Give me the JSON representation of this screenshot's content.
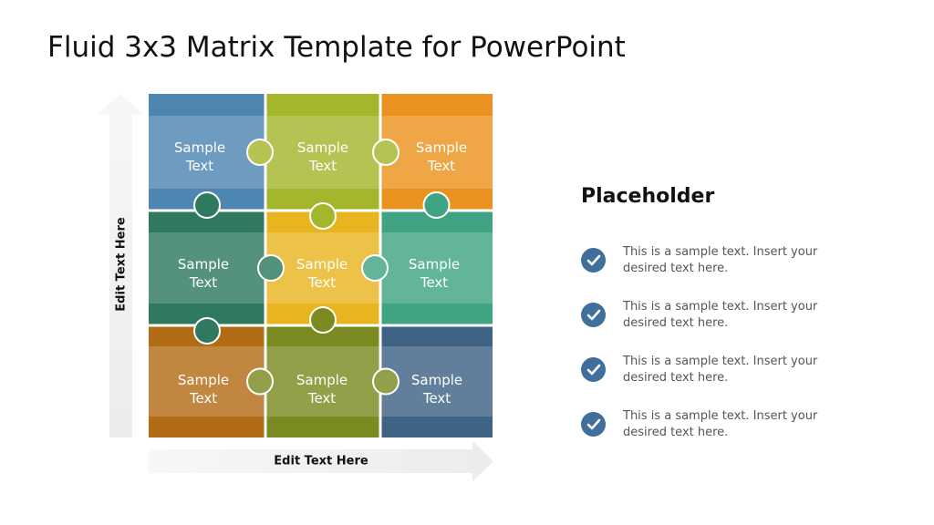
{
  "slide": {
    "title": "Fluid 3x3 Matrix Template for PowerPoint"
  },
  "matrix": {
    "y_axis_label": "Edit Text Here",
    "x_axis_label": "Edit Text Here",
    "cells": [
      {
        "line1": "Sample",
        "line2": "Text",
        "color": "#4e86b2"
      },
      {
        "line1": "Sample",
        "line2": "Text",
        "color": "#a4b62c"
      },
      {
        "line1": "Sample",
        "line2": "Text",
        "color": "#ea921f"
      },
      {
        "line1": "Sample",
        "line2": "Text",
        "color": "#2f7a5e"
      },
      {
        "line1": "Sample",
        "line2": "Text",
        "color": "#e8b420"
      },
      {
        "line1": "Sample",
        "line2": "Text",
        "color": "#3fa384"
      },
      {
        "line1": "Sample",
        "line2": "Text",
        "color": "#b36c16"
      },
      {
        "line1": "Sample",
        "line2": "Text",
        "color": "#7b8a21"
      },
      {
        "line1": "Sample",
        "line2": "Text",
        "color": "#3e6385"
      }
    ]
  },
  "panel": {
    "title": "Placeholder",
    "check_color": "#3f6f9a",
    "items": [
      {
        "text": "This is a sample text. Insert your desired text here."
      },
      {
        "text": "This is a sample text. Insert your desired text here."
      },
      {
        "text": "This is a sample text. Insert your desired text here."
      },
      {
        "text": "This is a sample text. Insert your desired text here."
      }
    ]
  }
}
